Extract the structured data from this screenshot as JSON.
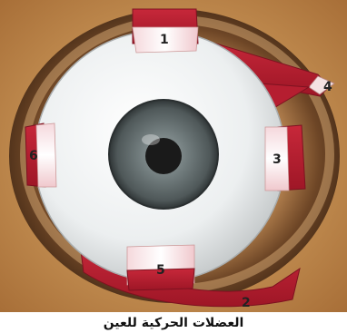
{
  "figure": {
    "labels": [
      "1",
      "2",
      "3",
      "4",
      "5",
      "6"
    ]
  },
  "caption": "العضلات الحركية للعين"
}
